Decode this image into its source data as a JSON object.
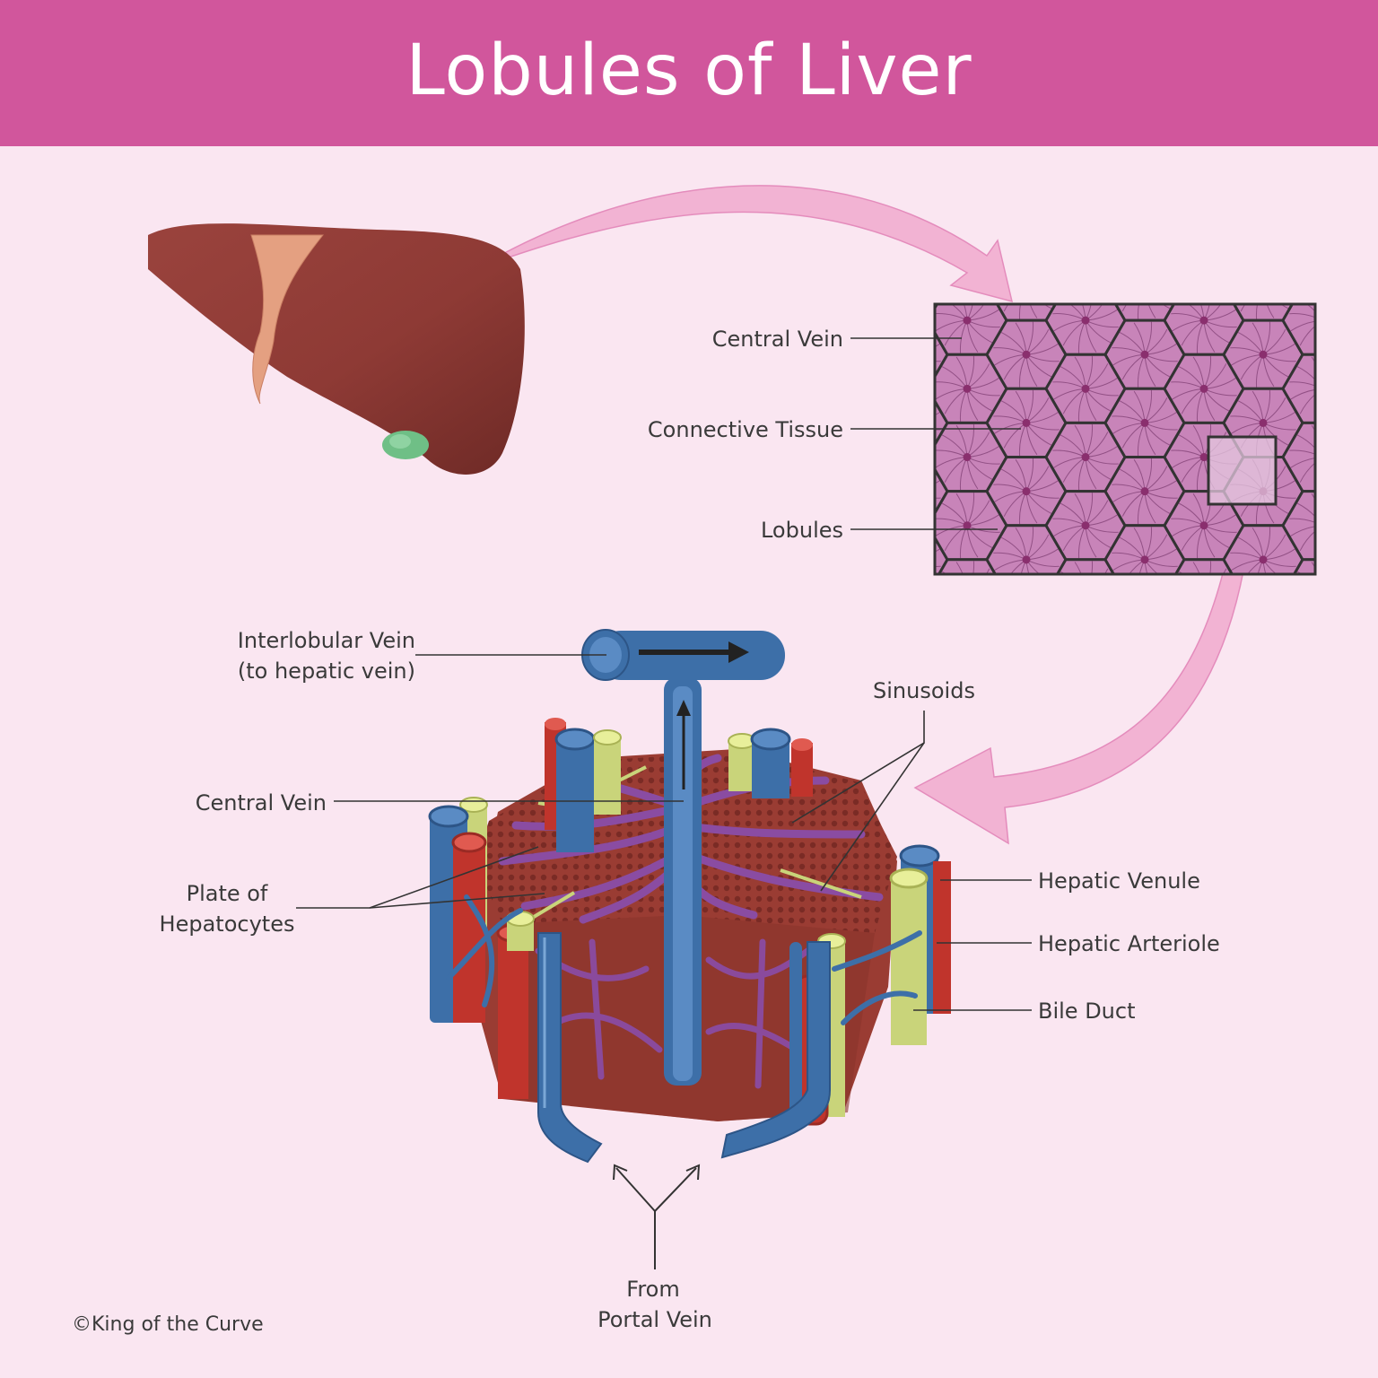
{
  "title": "Lobules of Liver",
  "lobule_grid_labels": {
    "central_vein": "Central Vein",
    "connective_tissue": "Connective Tissue",
    "lobules": "Lobules"
  },
  "lobule_3d_labels": {
    "interlobular_vein_line1": "Interlobular Vein",
    "interlobular_vein_line2": "(to hepatic vein)",
    "sinusoids": "Sinusoids",
    "central_vein": "Central Vein",
    "plate_line1": "Plate of",
    "plate_line2": "Hepatocytes",
    "hepatic_venule": "Hepatic Venule",
    "hepatic_arteriole": "Hepatic Arteriole",
    "bile_duct": "Bile Duct",
    "from_line1": "From",
    "from_line2": "Portal Vein"
  },
  "copyright": "©King of the Curve",
  "colors": {
    "header": "#d1569c",
    "background": "#fae6f1",
    "liver": "#8e3a35",
    "lobule_fill": "#c884b9",
    "tissue": "#9a3c33",
    "vein_blue": "#3d6fa8",
    "artery_red": "#c0342c",
    "bile_yellow": "#c9d47a",
    "sinusoid_purple": "#8a4ca2",
    "arrow_pink": "#f2b3d3"
  }
}
